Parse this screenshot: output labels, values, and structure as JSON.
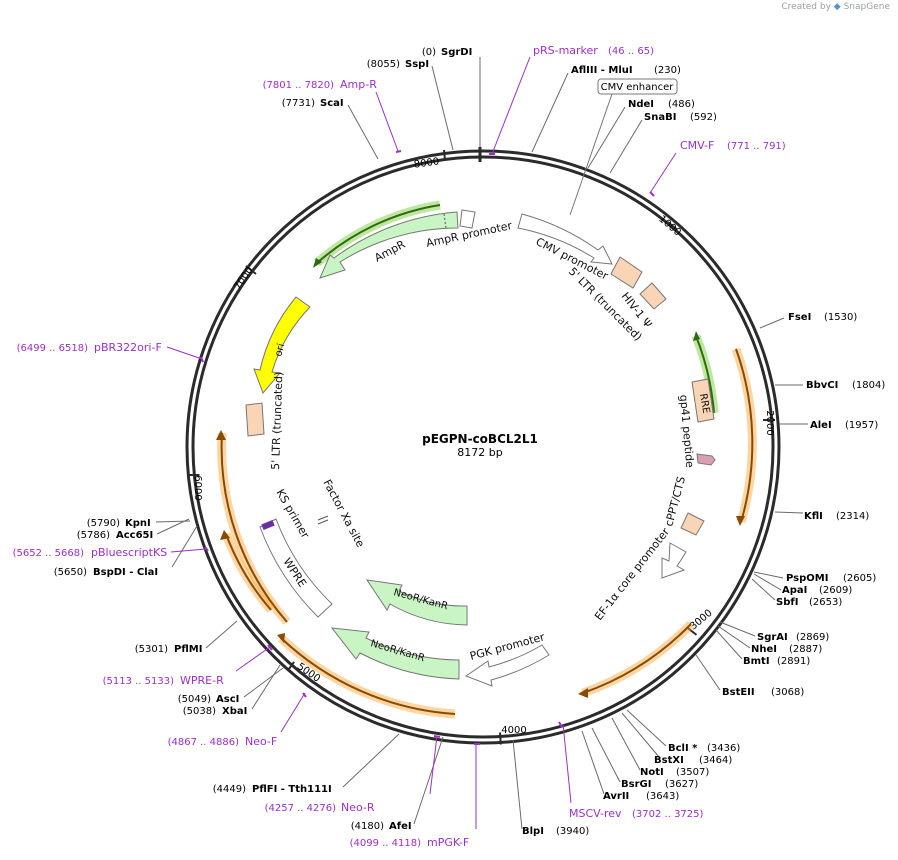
{
  "branding": {
    "prefix": "Created by",
    "name": "SnapGene"
  },
  "plasmid": {
    "name": "pEGPN-coBCL2L1",
    "size": "8172 bp",
    "length": 8172
  },
  "ticks": [
    "1000",
    "2000",
    "3000",
    "4000",
    "5000",
    "6000",
    "7000",
    "8000"
  ],
  "colors": {
    "backbone": "#2b2b2b",
    "primer": "#9b2fc9",
    "orange": "#f7a530",
    "green": "#7fcf3f",
    "yellow": "#ffff00",
    "peach": "#f9d5b6",
    "light_green": "#c8f5c3",
    "pink": "#d8a0b0"
  },
  "enzymes": [
    {
      "name": "SgrDI",
      "pos": "(0)"
    },
    {
      "name": "SspI",
      "pos": "(8055)"
    },
    {
      "name": "AflIII - MluI",
      "pos": "(230)"
    },
    {
      "name": "NdeI",
      "pos": "(486)"
    },
    {
      "name": "SnaBI",
      "pos": "(592)"
    },
    {
      "name": "FseI",
      "pos": "(1530)"
    },
    {
      "name": "BbvCI",
      "pos": "(1804)"
    },
    {
      "name": "AleI",
      "pos": "(1957)"
    },
    {
      "name": "KflI",
      "pos": "(2314)"
    },
    {
      "name": "PspOMI",
      "pos": "(2605)"
    },
    {
      "name": "ApaI",
      "pos": "(2609)"
    },
    {
      "name": "SbfI",
      "pos": "(2653)"
    },
    {
      "name": "SgrAI",
      "pos": "(2869)"
    },
    {
      "name": "NheI",
      "pos": "(2887)"
    },
    {
      "name": "BmtI",
      "pos": "(2891)"
    },
    {
      "name": "BstEII",
      "pos": "(3068)"
    },
    {
      "name": "BclI *",
      "pos": "(3436)"
    },
    {
      "name": "BstXI",
      "pos": "(3464)"
    },
    {
      "name": "NotI",
      "pos": "(3507)"
    },
    {
      "name": "BsrGI",
      "pos": "(3627)"
    },
    {
      "name": "AvrII",
      "pos": "(3643)"
    },
    {
      "name": "BlpI",
      "pos": "(3940)"
    },
    {
      "name": "AfeI",
      "pos": "(4180)"
    },
    {
      "name": "PflFI - Tth111I",
      "pos": "(4449)"
    },
    {
      "name": "AscI",
      "pos": "(5049)"
    },
    {
      "name": "XbaI",
      "pos": "(5038)"
    },
    {
      "name": "PflMI",
      "pos": "(5301)"
    },
    {
      "name": "BspDI - ClaI",
      "pos": "(5650)"
    },
    {
      "name": "KpnI",
      "pos": "(5790)"
    },
    {
      "name": "Acc65I",
      "pos": "(5786)"
    },
    {
      "name": "ScaI",
      "pos": "(7731)"
    }
  ],
  "primers": [
    {
      "name": "pRS-marker",
      "range": "(46 .. 65)"
    },
    {
      "name": "CMV-F",
      "range": "(771 .. 791)"
    },
    {
      "name": "MSCV-rev",
      "range": "(3702 .. 3725)"
    },
    {
      "name": "mPGK-F",
      "range": "(4099 .. 4118)"
    },
    {
      "name": "Neo-R",
      "range": "(4257 .. 4276)"
    },
    {
      "name": "Neo-F",
      "range": "(4867 .. 4886)"
    },
    {
      "name": "WPRE-R",
      "range": "(5113 .. 5133)"
    },
    {
      "name": "pBluescriptKS",
      "range": "(5652 .. 5668)"
    },
    {
      "name": "pBR322ori-F",
      "range": "(6499 .. 6518)"
    },
    {
      "name": "Amp-R",
      "range": "(7801 .. 7820)"
    }
  ],
  "features": {
    "cmv_enhancer": "CMV enhancer",
    "cmv_promoter": "CMV promoter",
    "ltr5_trunc_a": "5' LTR (truncated)",
    "hiv_psi": "HIV-1 Ψ",
    "rre": "RRE",
    "gp41": "gp41 peptide",
    "cppt": "cPPT/CTS",
    "ef1a": "EF-1α core promoter",
    "pgk": "PGK promoter",
    "neokan": "NeoR/KanR",
    "wpre": "WPRE",
    "ks_primer": "KS primer",
    "factor_xa": "Factor Xa site",
    "ltr5_trunc_b": "5' LTR (truncated)",
    "ori": "ori",
    "ampr": "AmpR",
    "ampr_promoter": "AmpR promoter"
  }
}
